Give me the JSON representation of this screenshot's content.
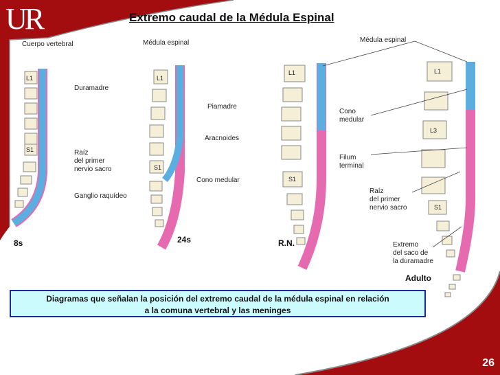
{
  "logo": "UR",
  "title": "Extremo caudal de la Médula Espinal",
  "labels": {
    "cuerpo_vertebral": "Cuerpo vertebral",
    "duramadre": "Duramadre",
    "raiz1": "Raíz",
    "raiz2": "del primer",
    "raiz3": "nervio sacro",
    "ganglio": "Ganglio raquídeo",
    "medula_espinal_a": "Médula espinal",
    "piamadre": "Piamadre",
    "aracnoides": "Aracnoides",
    "cono_medular_a": "Cono medular",
    "cono1": "Cono",
    "cono2": "medular",
    "filum1": "Filum",
    "filum2": "terminal",
    "medula_espinal_b": "Médula espinal",
    "raiz_b1": "Raíz",
    "raiz_b2": "del primer",
    "raiz_b3": "nervio sacro",
    "extremo1": "Extremo",
    "extremo2": "del saco de",
    "extremo3": "la duramadre"
  },
  "vertebra_labels": {
    "l1": "L1",
    "s1": "S1",
    "l3": "L3"
  },
  "stages": [
    "8s",
    "24s",
    "R.N.",
    "Adulto"
  ],
  "caption_line1": "Diagramas que señalan la posición del extremo caudal de la médula espinal en relación",
  "caption_line2": "a la comuna vertebral y las meninges",
  "page_number": "26",
  "colors": {
    "frame": "#a30d10",
    "cord": "#5aaee0",
    "caption_bg": "#ccfbfd",
    "caption_border": "#1a2a9a",
    "dura": "#e56ab0"
  }
}
